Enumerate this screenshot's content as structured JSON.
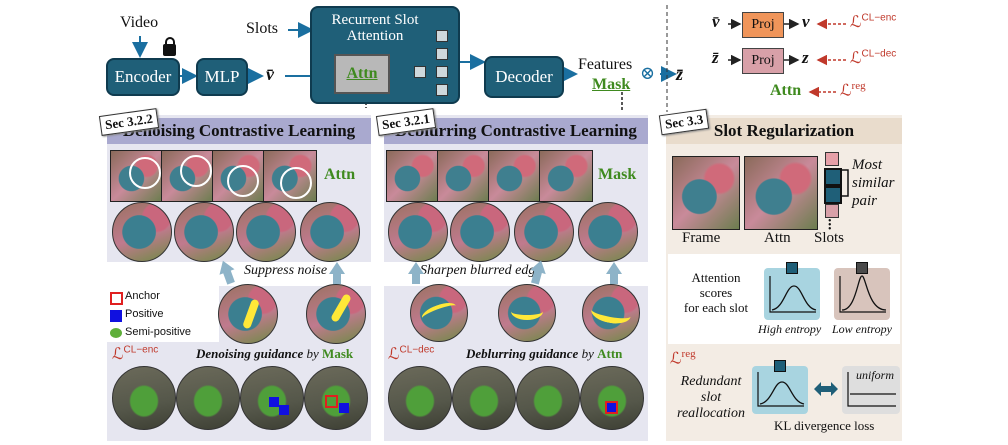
{
  "top": {
    "video": "Video",
    "encoder": "Encoder",
    "mlp": "MLP",
    "v_bar": "v̄",
    "slots": "Slots",
    "rsa_title": "Recurrent Slot Attention",
    "attn": "Attn",
    "decoder": "Decoder",
    "features": "Features",
    "mask": "Mask",
    "z_bar": "z̄",
    "otimes": "⊗"
  },
  "legend_right": {
    "row1_in": "v̄",
    "row1_proj": "Proj",
    "row1_out": "v",
    "row1_loss": "ℒ",
    "row1_sup": "CL−enc",
    "row2_in": "z̄",
    "row2_proj": "Proj",
    "row2_out": "z",
    "row2_loss": "ℒ",
    "row2_sup": "CL−dec",
    "row3_attn": "Attn",
    "row3_loss": "ℒ",
    "row3_sup": "reg"
  },
  "panel1": {
    "tag": "Sec 3.2.2",
    "title": "Denoising Contrastive Learning",
    "attn": "Attn",
    "suppress": "Suppress noise",
    "legend": [
      "Anchor",
      "Positive",
      "Semi-positive"
    ],
    "loss": "ℒ",
    "loss_sup": "CL−enc",
    "guidance_a": "Denoising guidance",
    "guidance_b": "by",
    "guidance_c": "Mask"
  },
  "panel2": {
    "tag": "Sec 3.2.1",
    "title": "Deblurring Contrastive Learning",
    "mask": "Mask",
    "sharpen": "Sharpen blurred edge",
    "loss": "ℒ",
    "loss_sup": "CL−dec",
    "guidance_a": "Deblurring guidance",
    "guidance_b": "by",
    "guidance_c": "Attn"
  },
  "panel3": {
    "tag": "Sec 3.3",
    "title": "Slot Regularization",
    "most": "Most",
    "similar": "similar",
    "pair": "pair",
    "frame": "Frame",
    "attn": "Attn",
    "slots": "Slots",
    "att_scores_1": "Attention",
    "att_scores_2": "scores",
    "att_scores_3": "for each slot",
    "high_entropy": "High entropy",
    "low_entropy": "Low entropy",
    "loss": "ℒ",
    "loss_sup": "reg",
    "redundant_1": "Redundant",
    "redundant_2": "slot",
    "redundant_3": "reallocation",
    "uniform": "uniform",
    "kl": "KL divergence loss"
  },
  "colors": {
    "box": "#1f5f78",
    "proj_orange": "#f0955a",
    "proj_pink": "#d8a0a8",
    "panel_head": "#a9a9cf",
    "panel_bg": "#e6e6f0",
    "slot_bg": "#f3ece4",
    "green": "#3f8a1f",
    "red": "#c0392b"
  }
}
